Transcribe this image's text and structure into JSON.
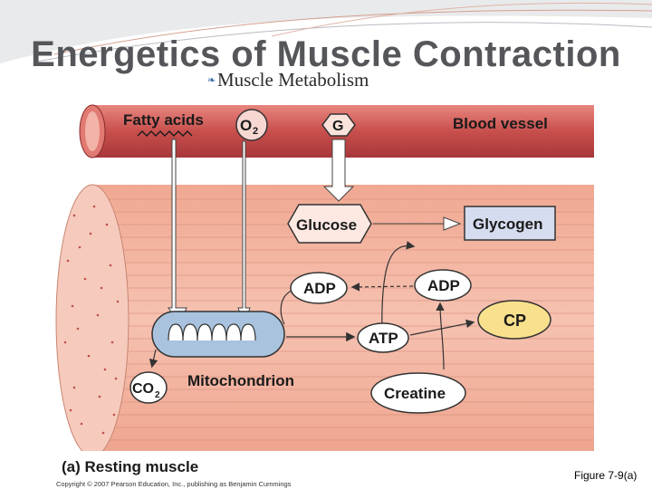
{
  "slide": {
    "title": "Energetics of Muscle Contraction",
    "subtitle": "Muscle Metabolism",
    "caption": "Figure 7-9(a)"
  },
  "diagram": {
    "fatty_acids": "Fatty acids",
    "o2": "O",
    "o2_sub": "2",
    "g": "G",
    "blood_vessel": "Blood vessel",
    "glucose": "Glucose",
    "glycogen": "Glycogen",
    "adp_left": "ADP",
    "adp_right": "ADP",
    "atp": "ATP",
    "cp": "CP",
    "co2": "CO",
    "co2_sub": "2",
    "mitochondrion": "Mitochondrion",
    "creatine": "Creatine",
    "panel_label": "(a) Resting muscle",
    "copyright": "Copyright © 2007 Pearson Education, Inc., publishing as Benjamin Cummings"
  },
  "colors": {
    "vessel": "#c8504d",
    "muscle": "#f2b8a4",
    "muscle_end": "#f6c9bb",
    "cp_yellow": "#f9e08c",
    "glycogen_box": "#d6dcef",
    "mito": "#a9c3de"
  }
}
